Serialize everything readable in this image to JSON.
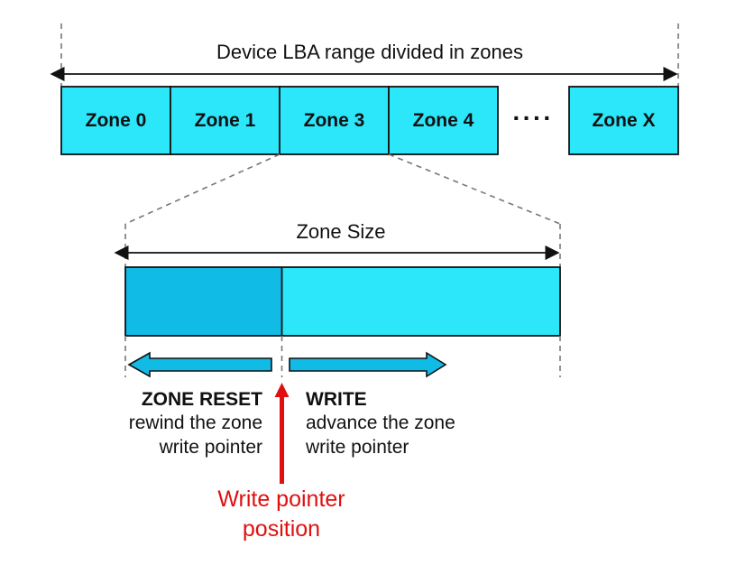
{
  "device_range": {
    "label": "Device LBA range divided in zones",
    "zones": [
      "Zone 0",
      "Zone 1",
      "Zone 3",
      "Zone 4"
    ],
    "ellipsis": "····",
    "last_zone": "Zone X"
  },
  "zone_detail": {
    "size_label": "Zone Size",
    "written_fraction": 0.36
  },
  "operations": {
    "reset": {
      "title": "ZONE RESET",
      "line1": "rewind the zone",
      "line2": "write pointer"
    },
    "write": {
      "title": "WRITE",
      "line1": "advance the zone",
      "line2": "write pointer"
    }
  },
  "write_pointer": {
    "line1": "Write pointer",
    "line2": "position"
  },
  "colors": {
    "zone_fill": "#2ce6fa",
    "written_fill": "#10bbe6",
    "border": "#111111",
    "pointer_red": "#e01010"
  }
}
